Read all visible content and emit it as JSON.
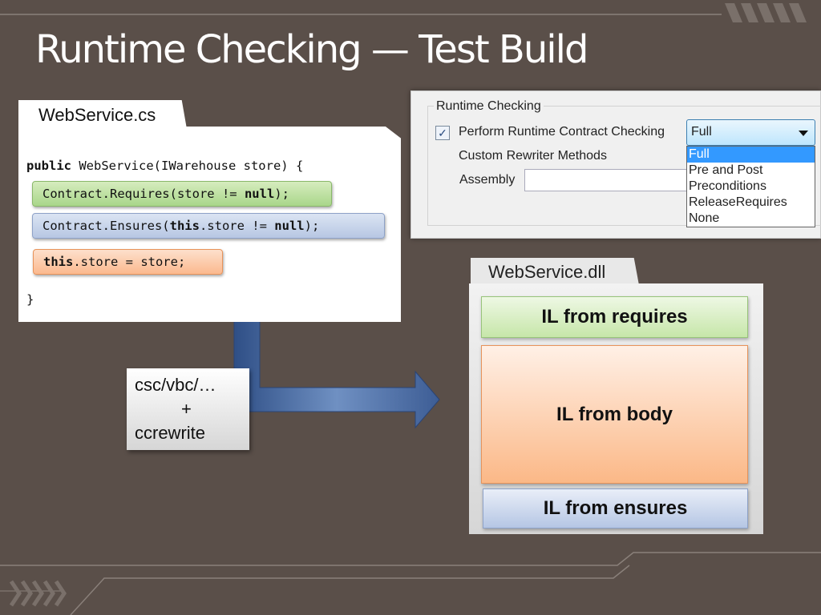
{
  "slide": {
    "title": "Runtime Checking — Test Build"
  },
  "source_file": {
    "tab_label": "WebService.cs",
    "signature": {
      "keyword": "public",
      "rest": " WebService(IWarehouse store) {"
    },
    "requires_line": {
      "pre": "Contract.Requires(store != ",
      "kw": "null",
      "post": ");"
    },
    "ensures_line": {
      "pre": "Contract.Ensures(",
      "kw1": "this",
      "mid": ".store != ",
      "kw2": "null",
      "post": ");"
    },
    "body_line": {
      "kw": "this",
      "rest": ".store = store;"
    },
    "closing_brace": "}"
  },
  "compiler": {
    "line1": "csc/vbc/…",
    "line2": "+",
    "line3": "ccrewrite"
  },
  "dialog": {
    "group_title": "Runtime Checking",
    "checkbox_checked": true,
    "checkbox_mark": "✓",
    "perform_label": "Perform Runtime Contract Checking",
    "rewriter_label": "Custom Rewriter Methods",
    "assembly_label": "Assembly",
    "assembly_value": "",
    "selected_level": "Full",
    "options": [
      "Full",
      "Pre and Post",
      "Preconditions",
      "ReleaseRequires",
      "None"
    ]
  },
  "output_dll": {
    "tab_label": "WebService.dll",
    "blocks": {
      "requires": "IL from requires",
      "body": "IL from body",
      "ensures": "IL from ensures"
    }
  },
  "colors": {
    "background": "#5a4f49",
    "requires_green": "#a9d68a",
    "ensures_blue": "#b7c7e3",
    "body_orange": "#fbb98f",
    "arrow_blue": "#4a6fa3"
  }
}
